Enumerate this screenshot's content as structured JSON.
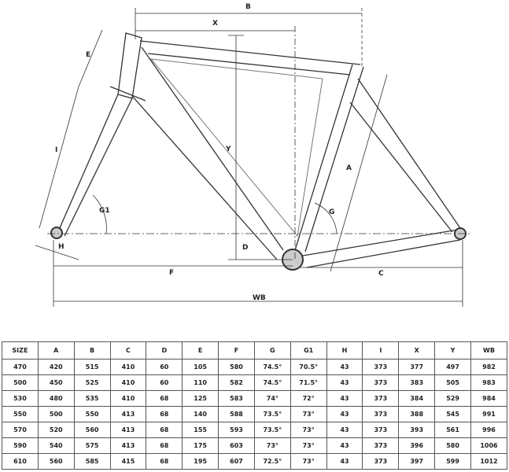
{
  "diagram": {
    "labels": {
      "B": "B",
      "X": "X",
      "Y": "Y",
      "D": "D",
      "F": "F",
      "C": "C",
      "WB": "WB",
      "A": "A",
      "E": "E",
      "I": "I",
      "G": "G",
      "G1": "G1",
      "H": "H"
    }
  },
  "table": {
    "headers": [
      "SIZE",
      "A",
      "B",
      "C",
      "D",
      "E",
      "F",
      "G",
      "G1",
      "H",
      "I",
      "X",
      "Y",
      "WB"
    ],
    "rows": [
      [
        "470",
        "420",
        "515",
        "410",
        "60",
        "105",
        "580",
        "74.5°",
        "70.5°",
        "43",
        "373",
        "377",
        "497",
        "982"
      ],
      [
        "500",
        "450",
        "525",
        "410",
        "60",
        "110",
        "582",
        "74.5°",
        "71.5°",
        "43",
        "373",
        "383",
        "505",
        "983"
      ],
      [
        "530",
        "480",
        "535",
        "410",
        "68",
        "125",
        "583",
        "74°",
        "72°",
        "43",
        "373",
        "384",
        "529",
        "984"
      ],
      [
        "550",
        "500",
        "550",
        "413",
        "68",
        "140",
        "588",
        "73.5°",
        "73°",
        "43",
        "373",
        "388",
        "545",
        "991"
      ],
      [
        "570",
        "520",
        "560",
        "413",
        "68",
        "155",
        "593",
        "73.5°",
        "73°",
        "43",
        "373",
        "393",
        "561",
        "996"
      ],
      [
        "590",
        "540",
        "575",
        "413",
        "68",
        "175",
        "603",
        "73°",
        "73°",
        "43",
        "373",
        "396",
        "580",
        "1006"
      ],
      [
        "610",
        "560",
        "585",
        "415",
        "68",
        "195",
        "607",
        "72.5°",
        "73°",
        "43",
        "373",
        "397",
        "599",
        "1012"
      ]
    ]
  }
}
